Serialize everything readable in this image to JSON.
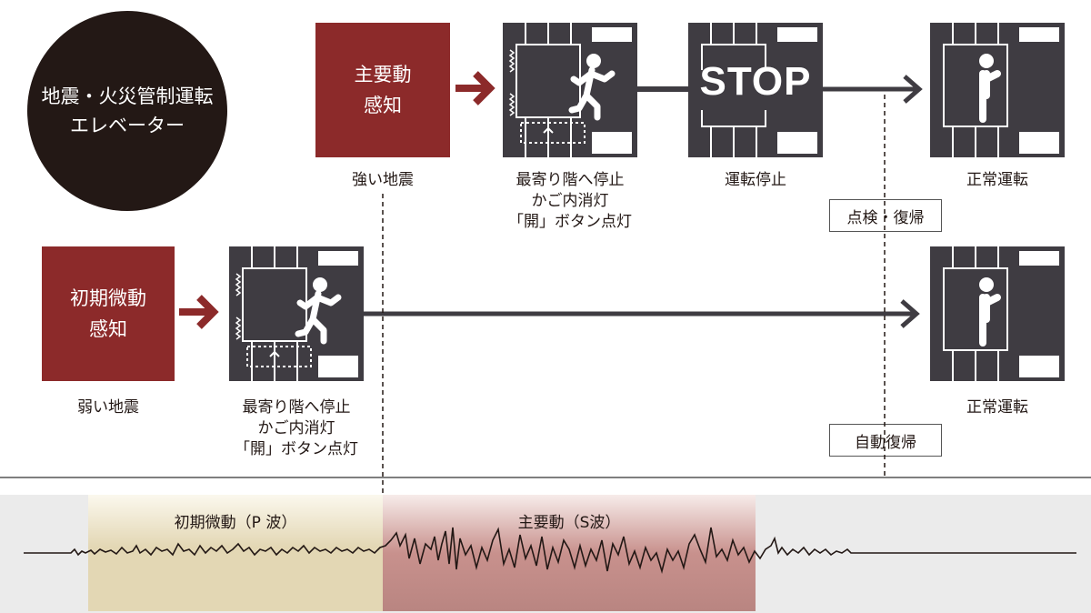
{
  "title": {
    "line1": "地震・火災管制運転",
    "line2": "エレベーター"
  },
  "top_row": {
    "trigger": {
      "line1": "主要動",
      "line2": "感知"
    },
    "trigger_caption": "強い地震",
    "step1_caption": [
      "最寄り階へ停止",
      "かご内消灯",
      "「開」ボタン点灯"
    ],
    "stop_label": "STOP",
    "step2_caption": "運転停止",
    "end_caption": "正常運転",
    "recovery_tag": "点検・復帰"
  },
  "bottom_row": {
    "trigger": {
      "line1": "初期微動",
      "line2": "感知"
    },
    "trigger_caption": "弱い地震",
    "step1_caption": [
      "最寄り階へ停止",
      "かご内消灯",
      "「開」ボタン点灯"
    ],
    "end_caption": "正常運転",
    "recovery_tag": "自動復帰"
  },
  "waves": {
    "p_wave_label": "初期微動（P 波）",
    "s_wave_label": "主要動（S波）"
  },
  "colors": {
    "trigger_red": "#8c2a2a",
    "elevator_dark": "#3f3c42",
    "badge_black": "#231815",
    "p_band": "#e6dcc0",
    "s_band": "#bf8a86"
  },
  "icons": [
    "elevator-evacuation-icon",
    "elevator-stop-icon",
    "elevator-normal-icon",
    "arrow-right-icon",
    "seismic-waveform"
  ]
}
